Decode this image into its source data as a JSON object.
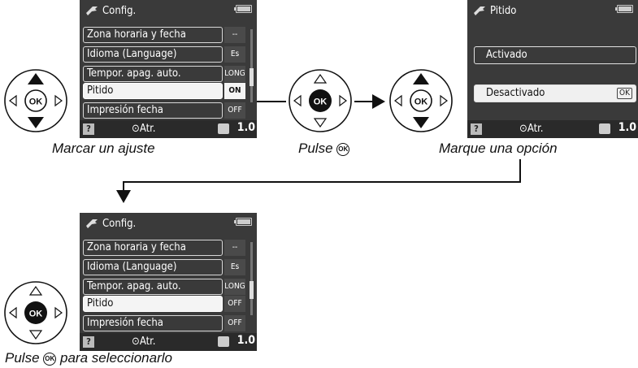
{
  "config_menu_1": {
    "title": "Config.",
    "rows": [
      {
        "label": "Zona horaria y fecha",
        "value": "--"
      },
      {
        "label": "Idioma (Language)",
        "value": "Es"
      },
      {
        "label": "Tempor. apag. auto.",
        "value": "LONG"
      },
      {
        "label": "Pitido",
        "value": "ON"
      },
      {
        "label": "Impresión fecha",
        "value": "OFF"
      }
    ],
    "footer": {
      "help": "?",
      "back": "Atr.",
      "count": "1.0"
    }
  },
  "pitido_menu": {
    "title": "Pitido",
    "options": [
      "Activado",
      "Desactivado"
    ],
    "ok_tag": "OK",
    "footer": {
      "help": "?",
      "back": "Atr.",
      "count": "1.0"
    }
  },
  "config_menu_2": {
    "title": "Config.",
    "rows": [
      {
        "label": "Zona horaria y fecha",
        "value": "--"
      },
      {
        "label": "Idioma (Language)",
        "value": "Es"
      },
      {
        "label": "Tempor. apag. auto.",
        "value": "LONG"
      },
      {
        "label": "Pitido",
        "value": "OFF"
      },
      {
        "label": "Impresión fecha",
        "value": "OFF"
      }
    ],
    "footer": {
      "help": "?",
      "back": "Atr.",
      "count": "1.0"
    }
  },
  "dpad_ok_label": "OK",
  "captions": {
    "step1": "Marcar un ajuste",
    "step2_prefix": "Pulse",
    "step3": "Marque una opción",
    "step4_prefix": "Pulse",
    "step4_suffix": "para seleccionarlo"
  },
  "ok_symbol": "OK"
}
